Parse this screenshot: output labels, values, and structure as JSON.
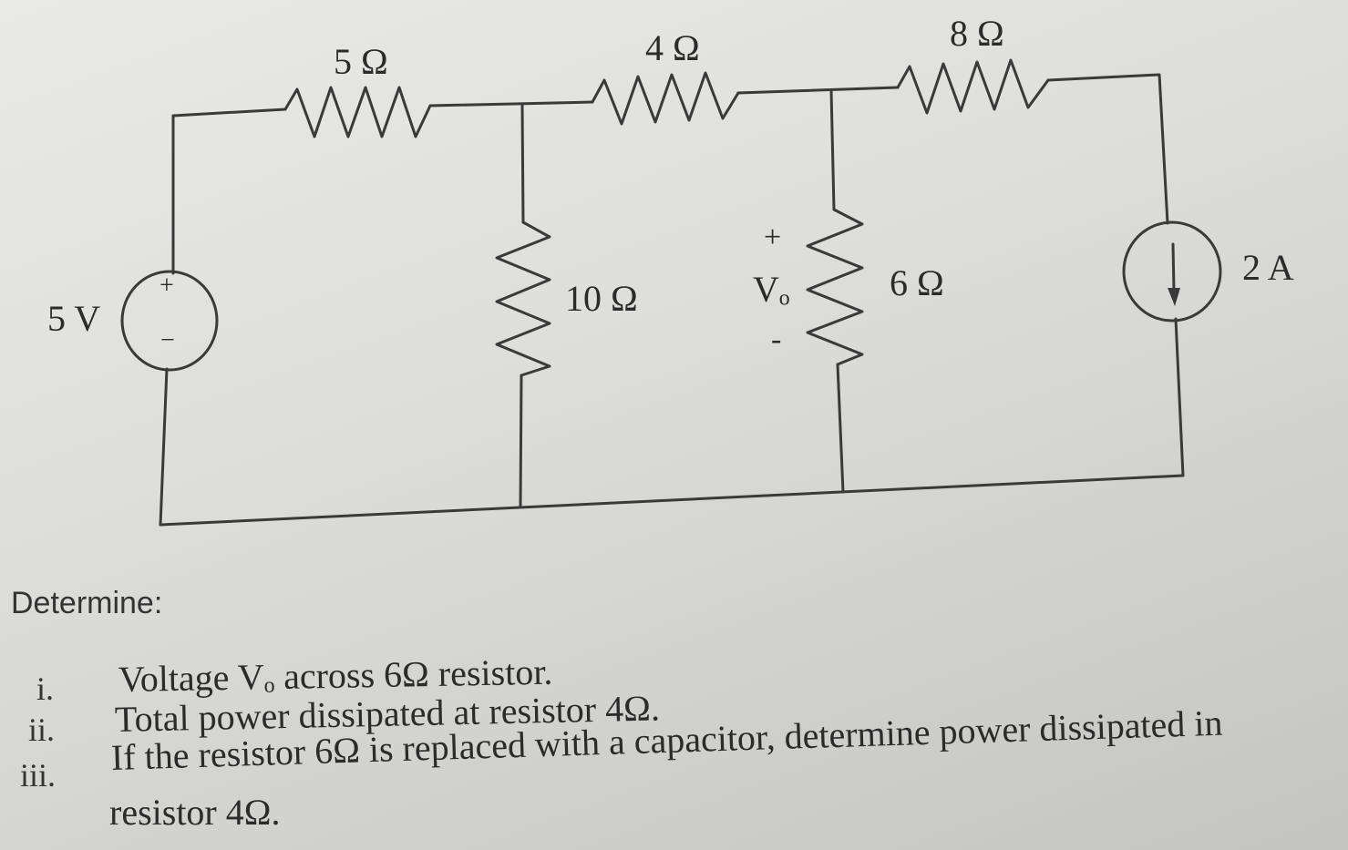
{
  "circuit": {
    "source_voltage": "5 V",
    "source_plus": "+",
    "source_minus": "−",
    "r_top_left": "5 Ω",
    "r_top_mid": "4 Ω",
    "r_top_right": "8 Ω",
    "r_shunt_left": "10 Ω",
    "r_shunt_right": "6 Ω",
    "current_source": "2 A",
    "vo_plus": "+",
    "vo_label": "Vₒ",
    "vo_minus": "-"
  },
  "questions": {
    "heading": "Determine:",
    "items": [
      {
        "num": "i.",
        "text": "Voltage Vₒ across 6Ω resistor."
      },
      {
        "num": "ii.",
        "text": "Total power dissipated at resistor 4Ω."
      },
      {
        "num": "iii.",
        "text": "If the resistor 6Ω is replaced with a capacitor, determine power dissipated in"
      },
      {
        "num": "",
        "text": "resistor 4Ω."
      }
    ]
  }
}
